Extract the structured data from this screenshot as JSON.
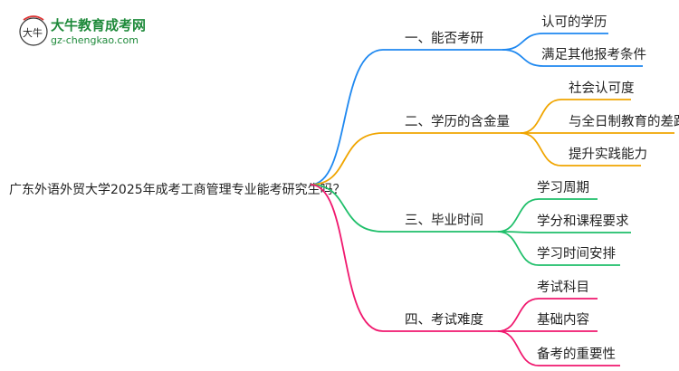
{
  "logo": {
    "name": "大牛教育成考网",
    "url": "gz-chengkao.com",
    "mark": "大牛"
  },
  "root": "广东外语外贸大学2025年成考工商管理专业能考研究生吗？",
  "branches": [
    {
      "label": "一、能否考研",
      "color": "#1e88f0",
      "children": [
        "认可的学历",
        "满足其他报考条件"
      ]
    },
    {
      "label": "二、学历的含金量",
      "color": "#f0a500",
      "children": [
        "社会认可度",
        "与全日制教育的差距",
        "提升实践能力"
      ]
    },
    {
      "label": "三、毕业时间",
      "color": "#1fbf6a",
      "children": [
        "学习周期",
        "学分和课程要求",
        "学习时间安排"
      ]
    },
    {
      "label": "四、考试难度",
      "color": "#f0186e",
      "children": [
        "考试科目",
        "基础内容",
        "备考的重要性"
      ]
    }
  ]
}
